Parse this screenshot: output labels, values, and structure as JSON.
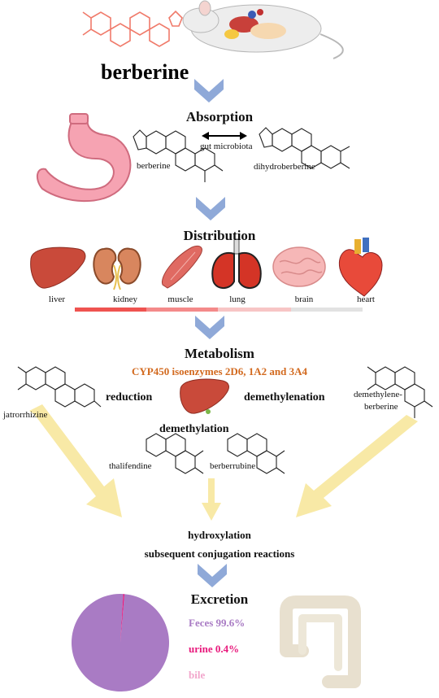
{
  "title": "berberine",
  "stages": {
    "absorption": "Absorption",
    "distribution": "Distribution",
    "metabolism": "Metabolism",
    "excretion": "Excretion"
  },
  "absorption": {
    "compound_left": "berberine",
    "compound_right": "dihydroberberine",
    "arrow_label": "gut microbiota"
  },
  "organs": [
    "liver",
    "kidney",
    "muscle",
    "lung",
    "brain",
    "heart"
  ],
  "metabolism": {
    "enzymes": "CYP450 isoenzymes 2D6, 1A2 and 3A4",
    "reduction": "reduction",
    "demethylenation": "demethylenation",
    "demethylation": "demethylation",
    "metabolites": [
      "jatrorrhizine",
      "thalifendine",
      "berberrubine",
      "demethylene-",
      "berberine"
    ],
    "hydroxylation": "hydroxylation",
    "conjugation": "subsequent conjugation reactions"
  },
  "excretion": {
    "feces_label": "Feces  99.6%",
    "urine_label": "urine 0.4%",
    "bile_label": "bile"
  },
  "chart_data": {
    "type": "pie",
    "categories": [
      "Feces",
      "urine",
      "bile"
    ],
    "values": [
      99.6,
      0.4,
      0
    ],
    "colors": [
      "#a97bc4",
      "#e8197c",
      "#f2a6cc"
    ]
  },
  "colors": {
    "chevron": "#8fa9d8",
    "enzyme_text": "#d2691e",
    "yellow_arrow": "#f8e9a6",
    "feces": "#a97bc4",
    "urine": "#e8197c",
    "bile": "#f2a6cc",
    "bar1": "#ef5350",
    "bar2": "#f48a8a",
    "bar3": "#f7c5c5",
    "bar4": "#e2e2e2"
  }
}
